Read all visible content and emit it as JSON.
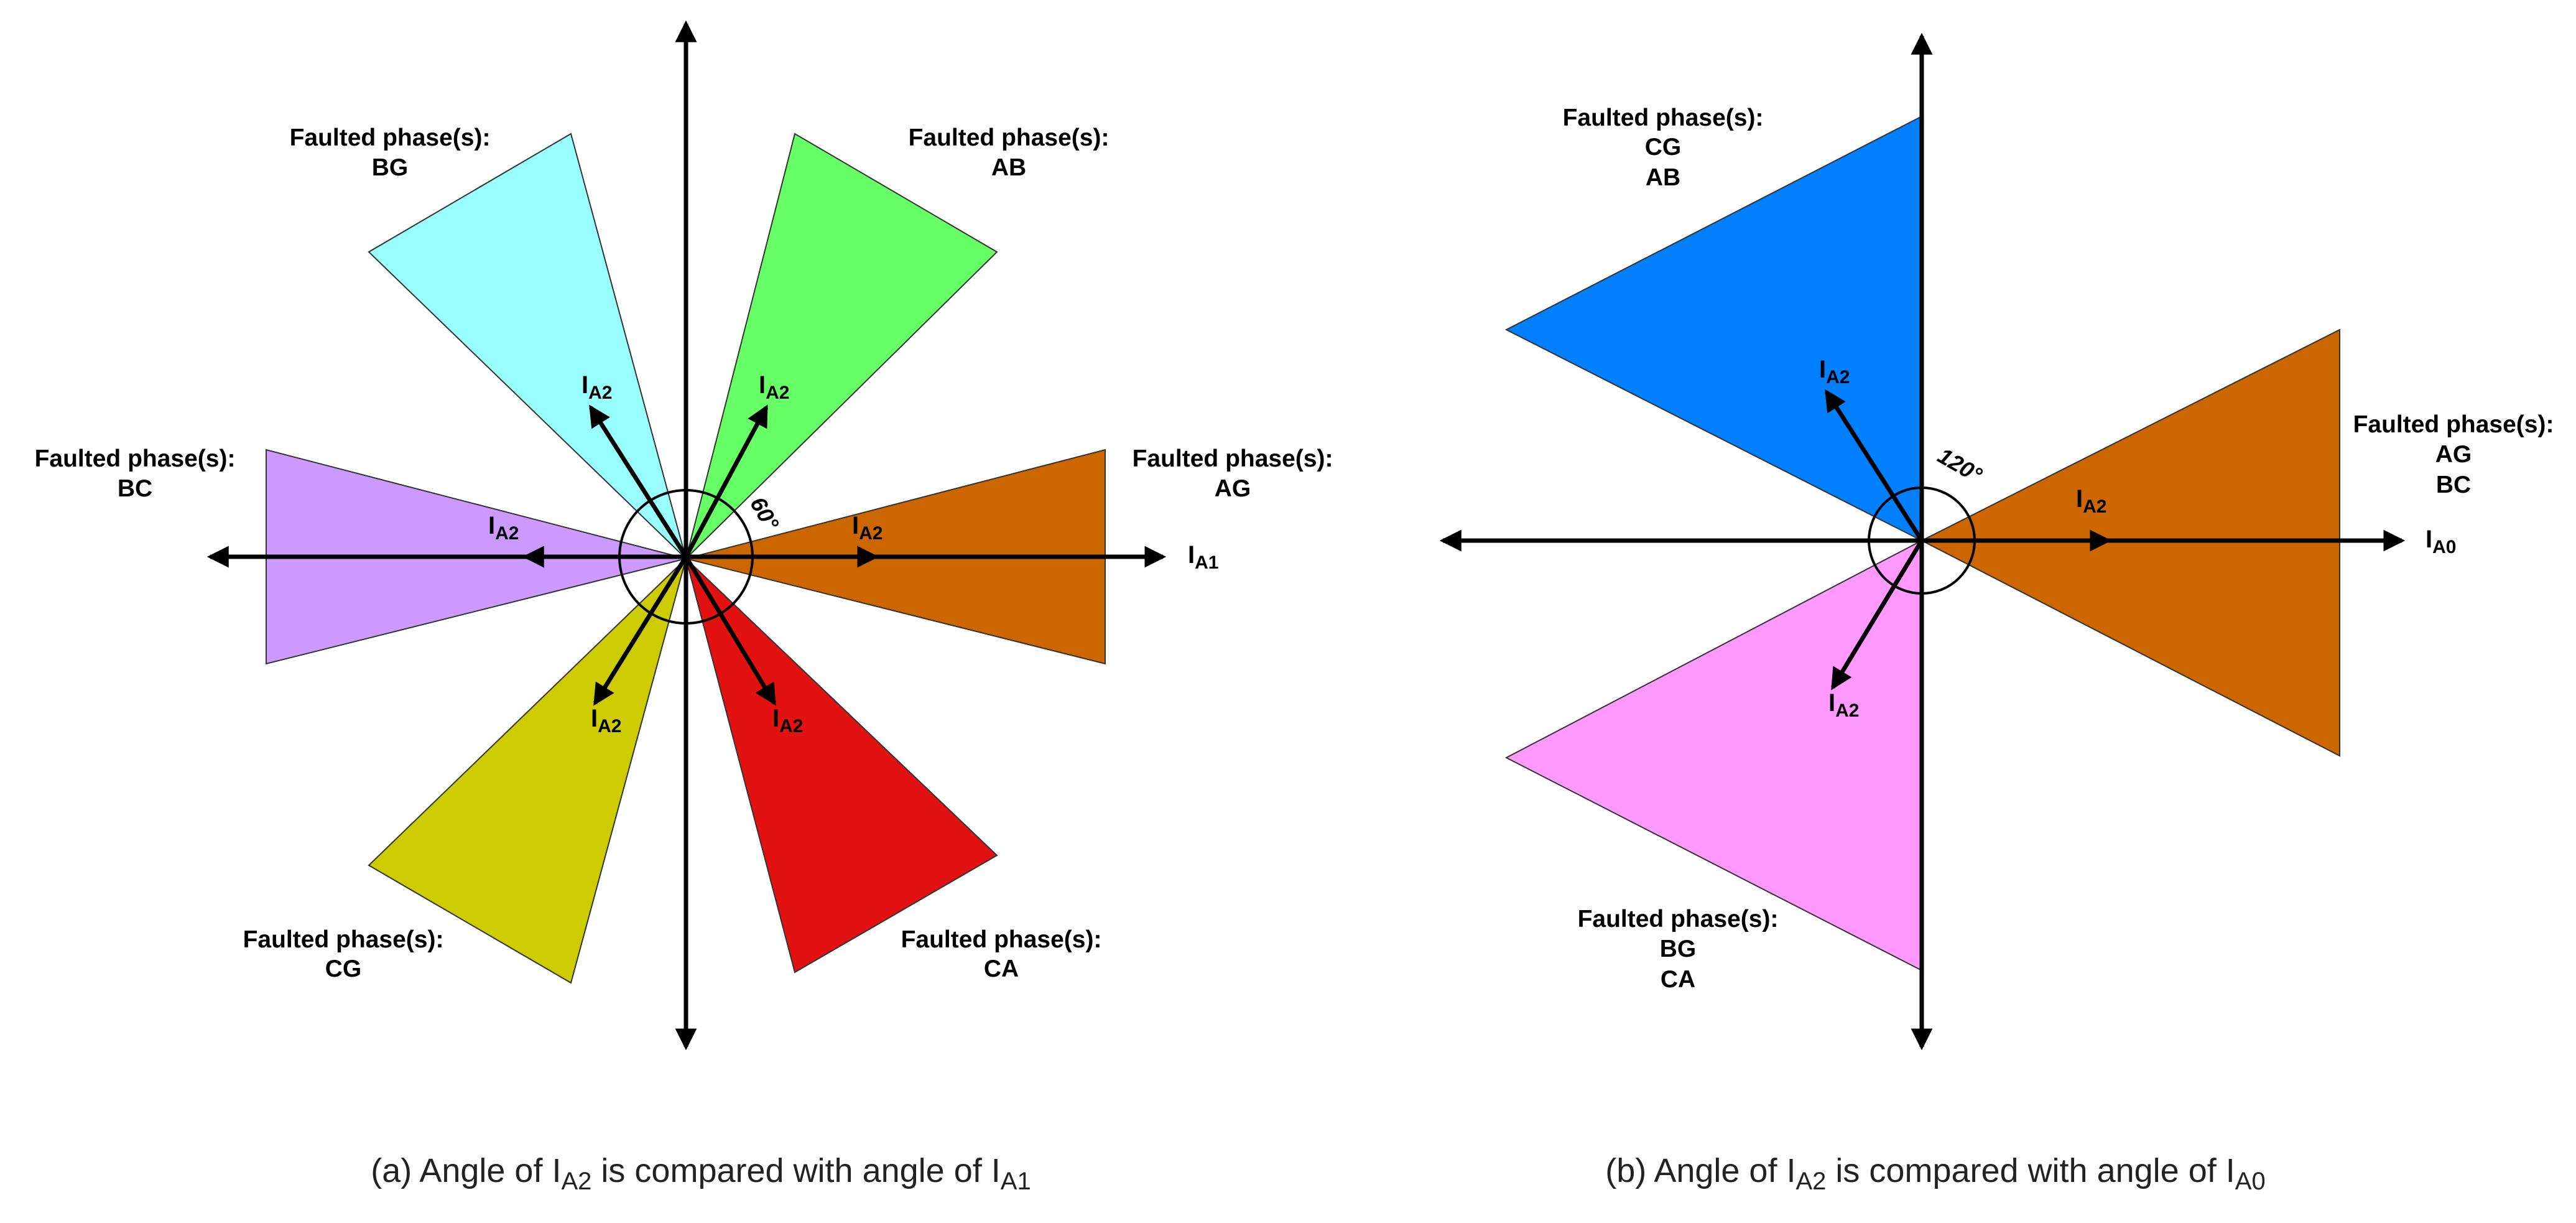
{
  "colors": {
    "background": "#ffffff",
    "axis": "#000000",
    "a_bg_wedge": "#99FFFF",
    "a_ab_wedge": "#66FF66",
    "a_bc_wedge": "#CC99FF",
    "a_ag_wedge": "#CC6600",
    "a_cg_wedge": "#CCCC00",
    "a_ca_wedge": "#E31212",
    "b_cg_ab_wedge": "#007FFF",
    "b_ag_bc_wedge": "#CC6600",
    "b_bg_ca_wedge": "#FF99FF"
  },
  "panel_a": {
    "labels": {
      "bg_heading": "Faulted phase(s):",
      "bg_phase": "BG",
      "ab_heading": "Faulted phase(s):",
      "ab_phase": "AB",
      "bc_heading": "Faulted phase(s):",
      "bc_phase": "BC",
      "ag_heading": "Faulted phase(s):",
      "ag_phase": "AG",
      "cg_heading": "Faulted phase(s):",
      "cg_phase": "CG",
      "ca_heading": "Faulted phase(s):",
      "ca_phase": "CA"
    },
    "angle_label": "60°",
    "axis_label": {
      "main": "I",
      "sub": "A1"
    },
    "vector_label": {
      "main": "I",
      "sub": "A2"
    },
    "caption": {
      "prefix": "(a) Angle of I",
      "sub1": "A2",
      "middle": " is compared with angle of I",
      "sub2": "A1"
    }
  },
  "panel_b": {
    "labels": {
      "cg_ab_heading": "Faulted phase(s):",
      "cg_ab_phase1": "CG",
      "cg_ab_phase2": "AB",
      "ag_bc_heading": "Faulted phase(s):",
      "ag_bc_phase1": "AG",
      "ag_bc_phase2": "BC",
      "bg_ca_heading": "Faulted phase(s):",
      "bg_ca_phase1": "BG",
      "bg_ca_phase2": "CA"
    },
    "angle_label": "120°",
    "axis_label": {
      "main": "I",
      "sub": "A0"
    },
    "vector_label": {
      "main": "I",
      "sub": "A2"
    },
    "caption": {
      "prefix": "(b) Angle of I",
      "sub1": "A2",
      "middle": " is compared with angle of I",
      "sub2": "A0"
    }
  }
}
